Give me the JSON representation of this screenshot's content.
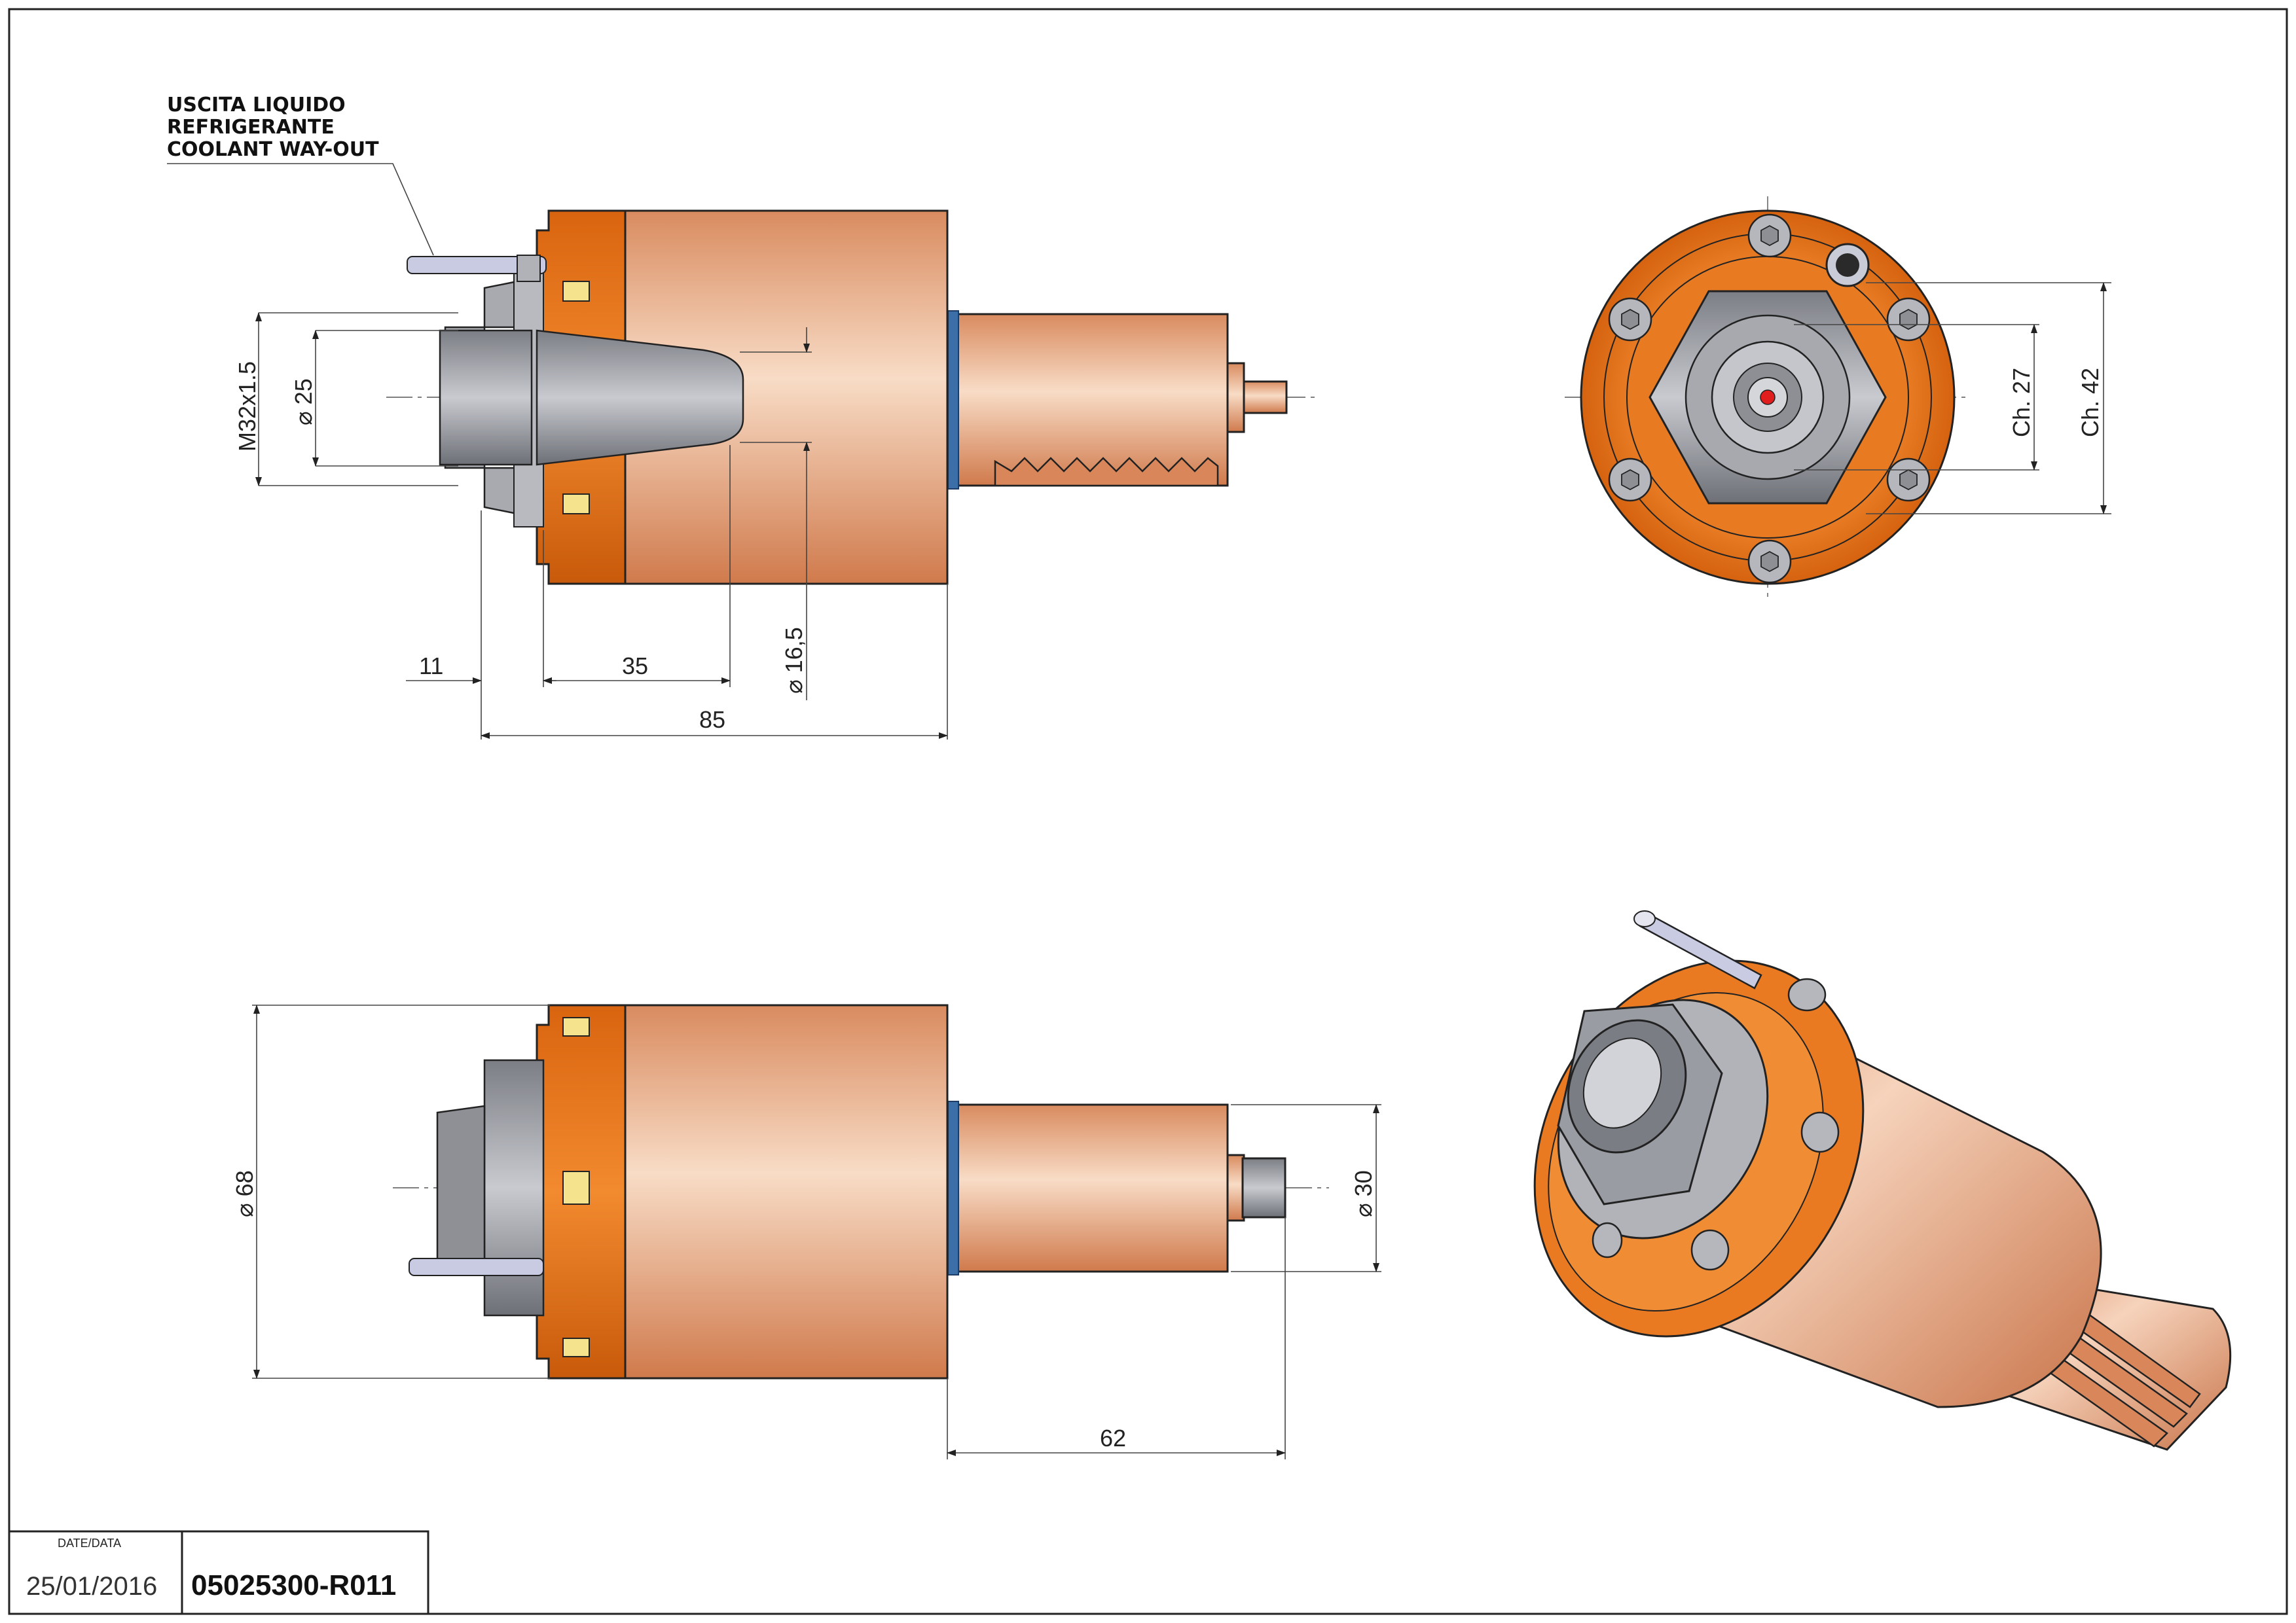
{
  "coolant_note": {
    "line1": "USCITA LIQUIDO",
    "line2": "REFRIGERANTE",
    "line3": "COOLANT WAY-OUT"
  },
  "dimensions": {
    "thread": "M32x1.5",
    "bore_diameter": "⌀ 25",
    "inner_diameter": "⌀ 16,5",
    "offset_11": "11",
    "length_35": "35",
    "length_85": "85",
    "body_diameter": "⌀ 68",
    "shank_diameter": "⌀ 30",
    "shank_length": "62",
    "flats_27": "Ch. 27",
    "flats_42": "Ch. 42"
  },
  "title_block": {
    "date_label": "DATE/DATA",
    "date_value": "25/01/2016",
    "drawing_code": "05025300-R011"
  },
  "colors": {
    "body_copper": "#e9a983",
    "flange_orange": "#e8731c",
    "steel_grey": "#9a9ca3",
    "shank_ring_blue": "#3c6fa8",
    "frame_black": "#222222"
  }
}
